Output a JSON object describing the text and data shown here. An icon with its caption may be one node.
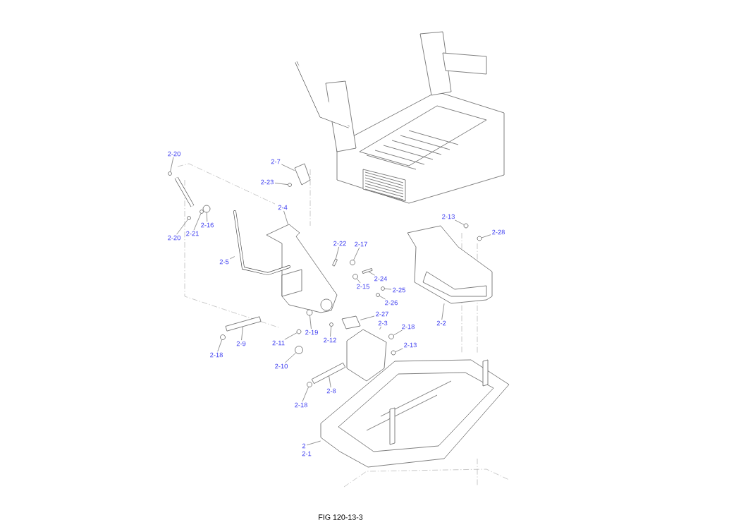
{
  "diagram": {
    "caption": "FIG 120-13-3",
    "nodes": [
      {
        "text": [
          "2-20"
        ]
      },
      {
        "text": [
          "2-7"
        ]
      },
      {
        "text": [
          "2-23"
        ]
      },
      {
        "text": [
          "2-20"
        ]
      },
      {
        "text": [
          "2-21"
        ]
      },
      {
        "text": [
          "2-16"
        ]
      },
      {
        "text": [
          "2-4"
        ]
      },
      {
        "text": [
          "2-5"
        ]
      },
      {
        "text": [
          "2-22"
        ]
      },
      {
        "text": [
          "2-17"
        ]
      },
      {
        "text": [
          "2-24"
        ]
      },
      {
        "text": [
          "2-15"
        ]
      },
      {
        "text": [
          "2-25"
        ]
      },
      {
        "text": [
          "2-26"
        ]
      },
      {
        "text": [
          "2-27"
        ]
      },
      {
        "text": [
          "2-3"
        ]
      },
      {
        "text": [
          "2-18"
        ]
      },
      {
        "text": [
          "2-13"
        ]
      },
      {
        "text": [
          "2-18"
        ]
      },
      {
        "text": [
          "2-9"
        ]
      },
      {
        "text": [
          "2-11"
        ]
      },
      {
        "text": [
          "2-19"
        ]
      },
      {
        "text": [
          "2-12"
        ]
      },
      {
        "text": [
          "2-10"
        ]
      },
      {
        "text": [
          "2-8"
        ]
      },
      {
        "text": [
          "2-18"
        ]
      },
      {
        "text": [
          "2-13"
        ]
      },
      {
        "text": [
          "2-28"
        ]
      },
      {
        "text": [
          "2-2"
        ]
      },
      {
        "text": [
          "2"
        ]
      },
      {
        "text": [
          "2-1"
        ]
      },
      {
        "text": [],
        "shape": "circle"
      },
      {
        "text": [],
        "shape": "picture"
      },
      {
        "text": [],
        "shape": "circle"
      },
      {
        "text": [],
        "shape": "circle"
      },
      {
        "text": [],
        "shape": "circle"
      },
      {
        "text": [],
        "shape": "circle"
      },
      {
        "text": [],
        "shape": "picture"
      },
      {
        "text": [],
        "shape": "picture"
      },
      {
        "text": [],
        "shape": "bar"
      },
      {
        "text": [],
        "shape": "circle"
      },
      {
        "text": [],
        "shape": "bar"
      },
      {
        "text": [],
        "shape": "circle"
      },
      {
        "text": [],
        "shape": "circle"
      },
      {
        "text": [],
        "shape": "circle"
      },
      {
        "text": [],
        "shape": "picture"
      },
      {
        "text": [],
        "shape": "picture"
      },
      {
        "text": [],
        "shape": "circle"
      },
      {
        "text": [],
        "shape": "circle"
      },
      {
        "text": [],
        "shape": "circle"
      },
      {
        "text": [],
        "shape": "bar"
      },
      {
        "text": [],
        "shape": "circle"
      },
      {
        "text": [],
        "shape": "circle"
      },
      {
        "text": [],
        "shape": "circle"
      },
      {
        "text": [],
        "shape": "circle"
      },
      {
        "text": [],
        "shape": "bar"
      },
      {
        "text": [],
        "shape": "circle"
      },
      {
        "text": [],
        "shape": "circle"
      },
      {
        "text": [],
        "shape": "circle"
      },
      {
        "text": [],
        "shape": "picture"
      },
      {
        "text": [],
        "shape": "picture"
      }
    ],
    "edges": [
      {
        "from": 0,
        "to": 31,
        "arrow": "none"
      },
      {
        "from": 1,
        "to": 32,
        "arrow": "none"
      },
      {
        "from": 2,
        "to": 33,
        "arrow": "none"
      },
      {
        "from": 3,
        "to": 34,
        "arrow": "none"
      },
      {
        "from": 4,
        "to": 35,
        "arrow": "none"
      },
      {
        "from": 5,
        "to": 36,
        "arrow": "none"
      },
      {
        "from": 6,
        "to": 37,
        "arrow": "none"
      },
      {
        "from": 7,
        "to": 38,
        "arrow": "none"
      },
      {
        "from": 8,
        "to": 39,
        "arrow": "none"
      },
      {
        "from": 9,
        "to": 40,
        "arrow": "none"
      },
      {
        "from": 10,
        "to": 41,
        "arrow": "none"
      },
      {
        "from": 11,
        "to": 42,
        "arrow": "none"
      },
      {
        "from": 12,
        "to": 43,
        "arrow": "none"
      },
      {
        "from": 13,
        "to": 44,
        "arrow": "none"
      },
      {
        "from": 14,
        "to": 45,
        "arrow": "none"
      },
      {
        "from": 15,
        "to": 46,
        "arrow": "none"
      },
      {
        "from": 16,
        "to": 47,
        "arrow": "none"
      },
      {
        "from": 17,
        "to": 48,
        "arrow": "none"
      },
      {
        "from": 18,
        "to": 49,
        "arrow": "none"
      },
      {
        "from": 19,
        "to": 50,
        "arrow": "none"
      },
      {
        "from": 20,
        "to": 51,
        "arrow": "none"
      },
      {
        "from": 21,
        "to": 52,
        "arrow": "none"
      },
      {
        "from": 22,
        "to": 53,
        "arrow": "none"
      },
      {
        "from": 23,
        "to": 54,
        "arrow": "none"
      },
      {
        "from": 24,
        "to": 55,
        "arrow": "none"
      },
      {
        "from": 25,
        "to": 56,
        "arrow": "none"
      },
      {
        "from": 26,
        "to": 57,
        "arrow": "none"
      },
      {
        "from": 27,
        "to": 58,
        "arrow": "none"
      },
      {
        "from": 28,
        "to": 59,
        "arrow": "none"
      },
      {
        "from": 29,
        "to": 60,
        "arrow": "none"
      }
    ]
  }
}
